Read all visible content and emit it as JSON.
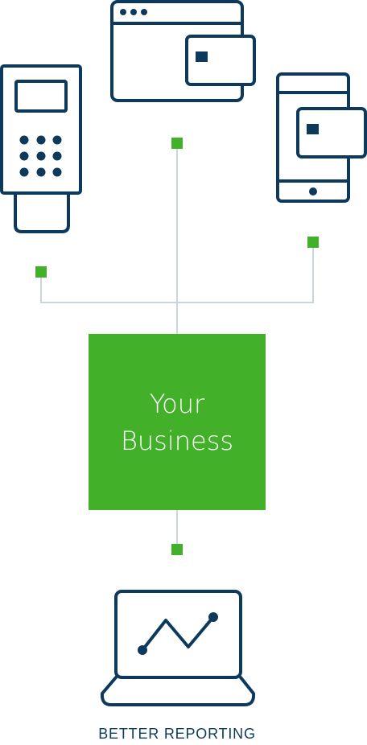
{
  "colors": {
    "navy": "#0d3a5c",
    "green": "#43b02a",
    "connector": "#c9d6e0",
    "background": "#ffffff"
  },
  "icons": [
    "card-terminal-icon",
    "browser-card-icon",
    "phone-card-icon",
    "laptop-chart-icon"
  ],
  "center": {
    "line1": "Your",
    "line2": "Business"
  },
  "caption": "BETTER REPORTING"
}
